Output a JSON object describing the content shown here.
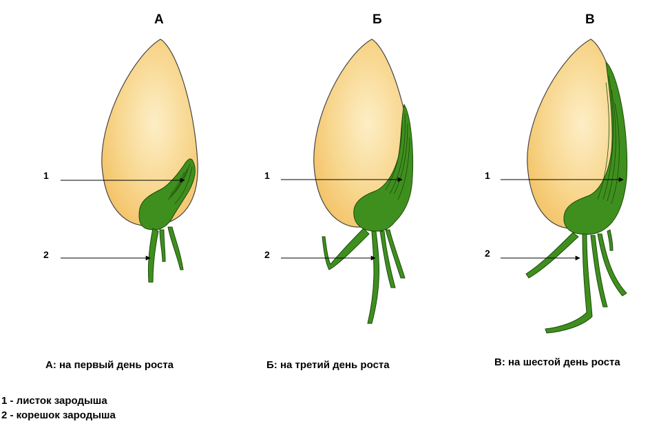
{
  "stages": [
    {
      "letter": "А",
      "caption": "А: на первый день роста"
    },
    {
      "letter": "Б",
      "caption": "Б: на третий день роста"
    },
    {
      "letter": "В",
      "caption": "В: на шестой день роста"
    }
  ],
  "callouts": {
    "leaf": "1",
    "root": "2"
  },
  "legend": [
    "1 - листок зародыша",
    "2 - корешок зародыша"
  ],
  "colors": {
    "seed_fill": "#f7d48a",
    "seed_light": "#fdeec7",
    "seed_outline": "#444444",
    "sprout_fill": "#3f8f1e",
    "sprout_dark": "#1c4a0c"
  }
}
